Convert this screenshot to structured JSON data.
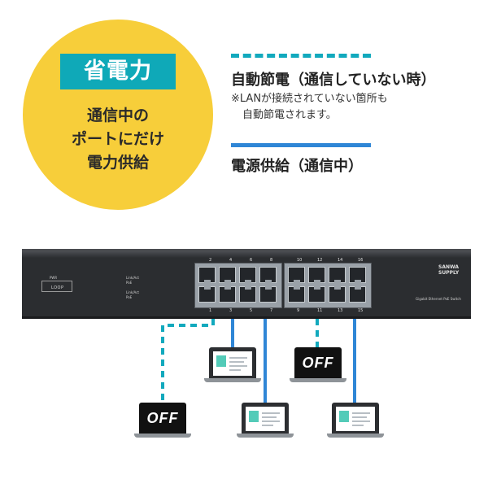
{
  "badge": {
    "title": "省電力",
    "lines": [
      "通信中の",
      "ポートにだけ",
      "電力供給"
    ]
  },
  "legend": {
    "auto_saving_title": "自動節電（通信していない時）",
    "auto_saving_note_1": "※LANが接続されていない箇所も",
    "auto_saving_note_2": "自動節電されます。",
    "power_supply_title": "電源供給（通信中）"
  },
  "switch": {
    "brand_line1": "SANWA",
    "brand_line2": "SUPPLY",
    "model": "Gigabit Ethernet PoE Switch",
    "loop_label": "LOOP",
    "pwr_label": "PWR",
    "led_labels": [
      "Link/Act",
      "PoE",
      "Link/Act",
      "PoE"
    ],
    "top_port_numbers": [
      "2",
      "4",
      "6",
      "8",
      "10",
      "12",
      "14",
      "16"
    ],
    "bottom_port_numbers": [
      "1",
      "3",
      "5",
      "7",
      "9",
      "11",
      "13",
      "15"
    ]
  },
  "laptops": {
    "off_label": "OFF"
  },
  "colors": {
    "badge_bg": "#f7ce3a",
    "badge_title_bg": "#0fa9b8",
    "dashed_line": "#12a9bd",
    "solid_line": "#2f86d6",
    "switch_body": "#2b2d30"
  }
}
